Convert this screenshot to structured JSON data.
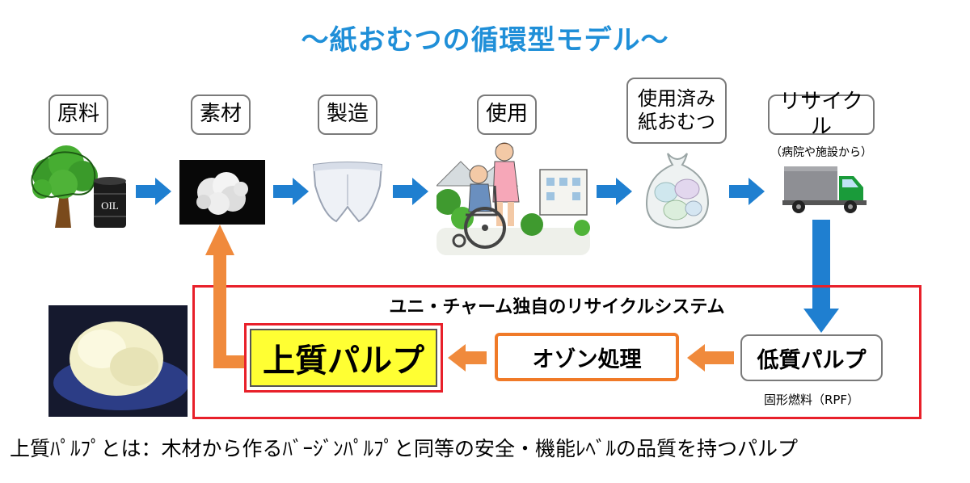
{
  "title": "～紙おむつの循環型モデル～",
  "stages": [
    {
      "label": "原料",
      "icon": "tree-and-oil-barrel-icon",
      "barrel_text": "OIL"
    },
    {
      "label": "素材",
      "icon": "cotton-pulp-icon"
    },
    {
      "label": "製造",
      "icon": "diaper-icon"
    },
    {
      "label": "使用",
      "icon": "caregiver-wheelchair-icon"
    },
    {
      "label": "使用済み紙おむつ",
      "icon": "used-diaper-bag-icon"
    },
    {
      "label": "リサイクル",
      "icon": "truck-icon",
      "note": "（病院や施設から）"
    }
  ],
  "system": {
    "title": "ユニ・チャーム独自のリサイクルシステム",
    "steps": [
      {
        "label": "上質パルプ",
        "highlight": true
      },
      {
        "label": "オゾン処理"
      },
      {
        "label": "低質パルプ",
        "note": "固形燃料（RPF）"
      }
    ]
  },
  "footer": "上質ﾊﾟﾙﾌﾟとは：木材から作るﾊﾞｰｼﾞﾝﾊﾟﾙﾌﾟと同等の安全・機能ﾚﾍﾞﾙの品質を持つパルプ",
  "colors": {
    "title": "#1f8fd8",
    "flow_arrow": "#1f7fd0",
    "return_arrow": "#f08a3c",
    "system_border": "#e8202a",
    "highlight_fill": "#ffff33",
    "process_border": "#f07a28"
  }
}
